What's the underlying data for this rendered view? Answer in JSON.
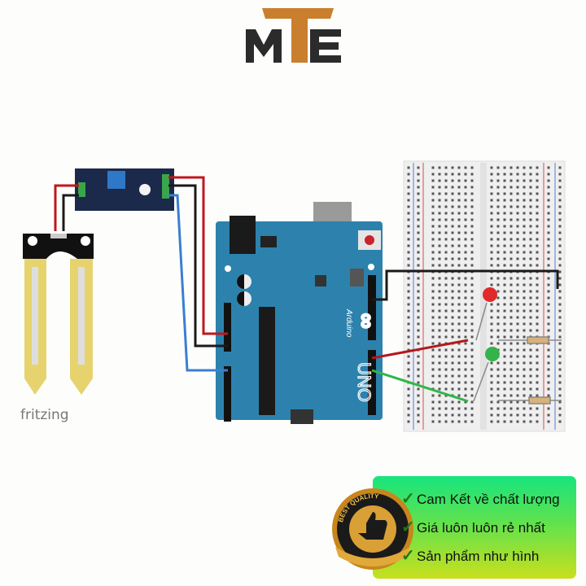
{
  "logo": {
    "text": "MTE",
    "letters": [
      "M",
      "T",
      "E"
    ],
    "accent_color": "#c97f2e",
    "dark_color": "#2b2b2b"
  },
  "diagram": {
    "watermark": "fritzing",
    "board_name": "UNO",
    "board_brand": "Arduino",
    "board_color": "#2c82ad"
  },
  "badge": {
    "seal_text": "BEST QUALITY",
    "items": [
      {
        "icon": "check-icon",
        "text": "Cam Kết về chất lượng"
      },
      {
        "icon": "check-icon",
        "text": "Giá luôn luôn rẻ nhất"
      },
      {
        "icon": "check-icon",
        "text": "Sản phẩm như hình"
      }
    ]
  }
}
